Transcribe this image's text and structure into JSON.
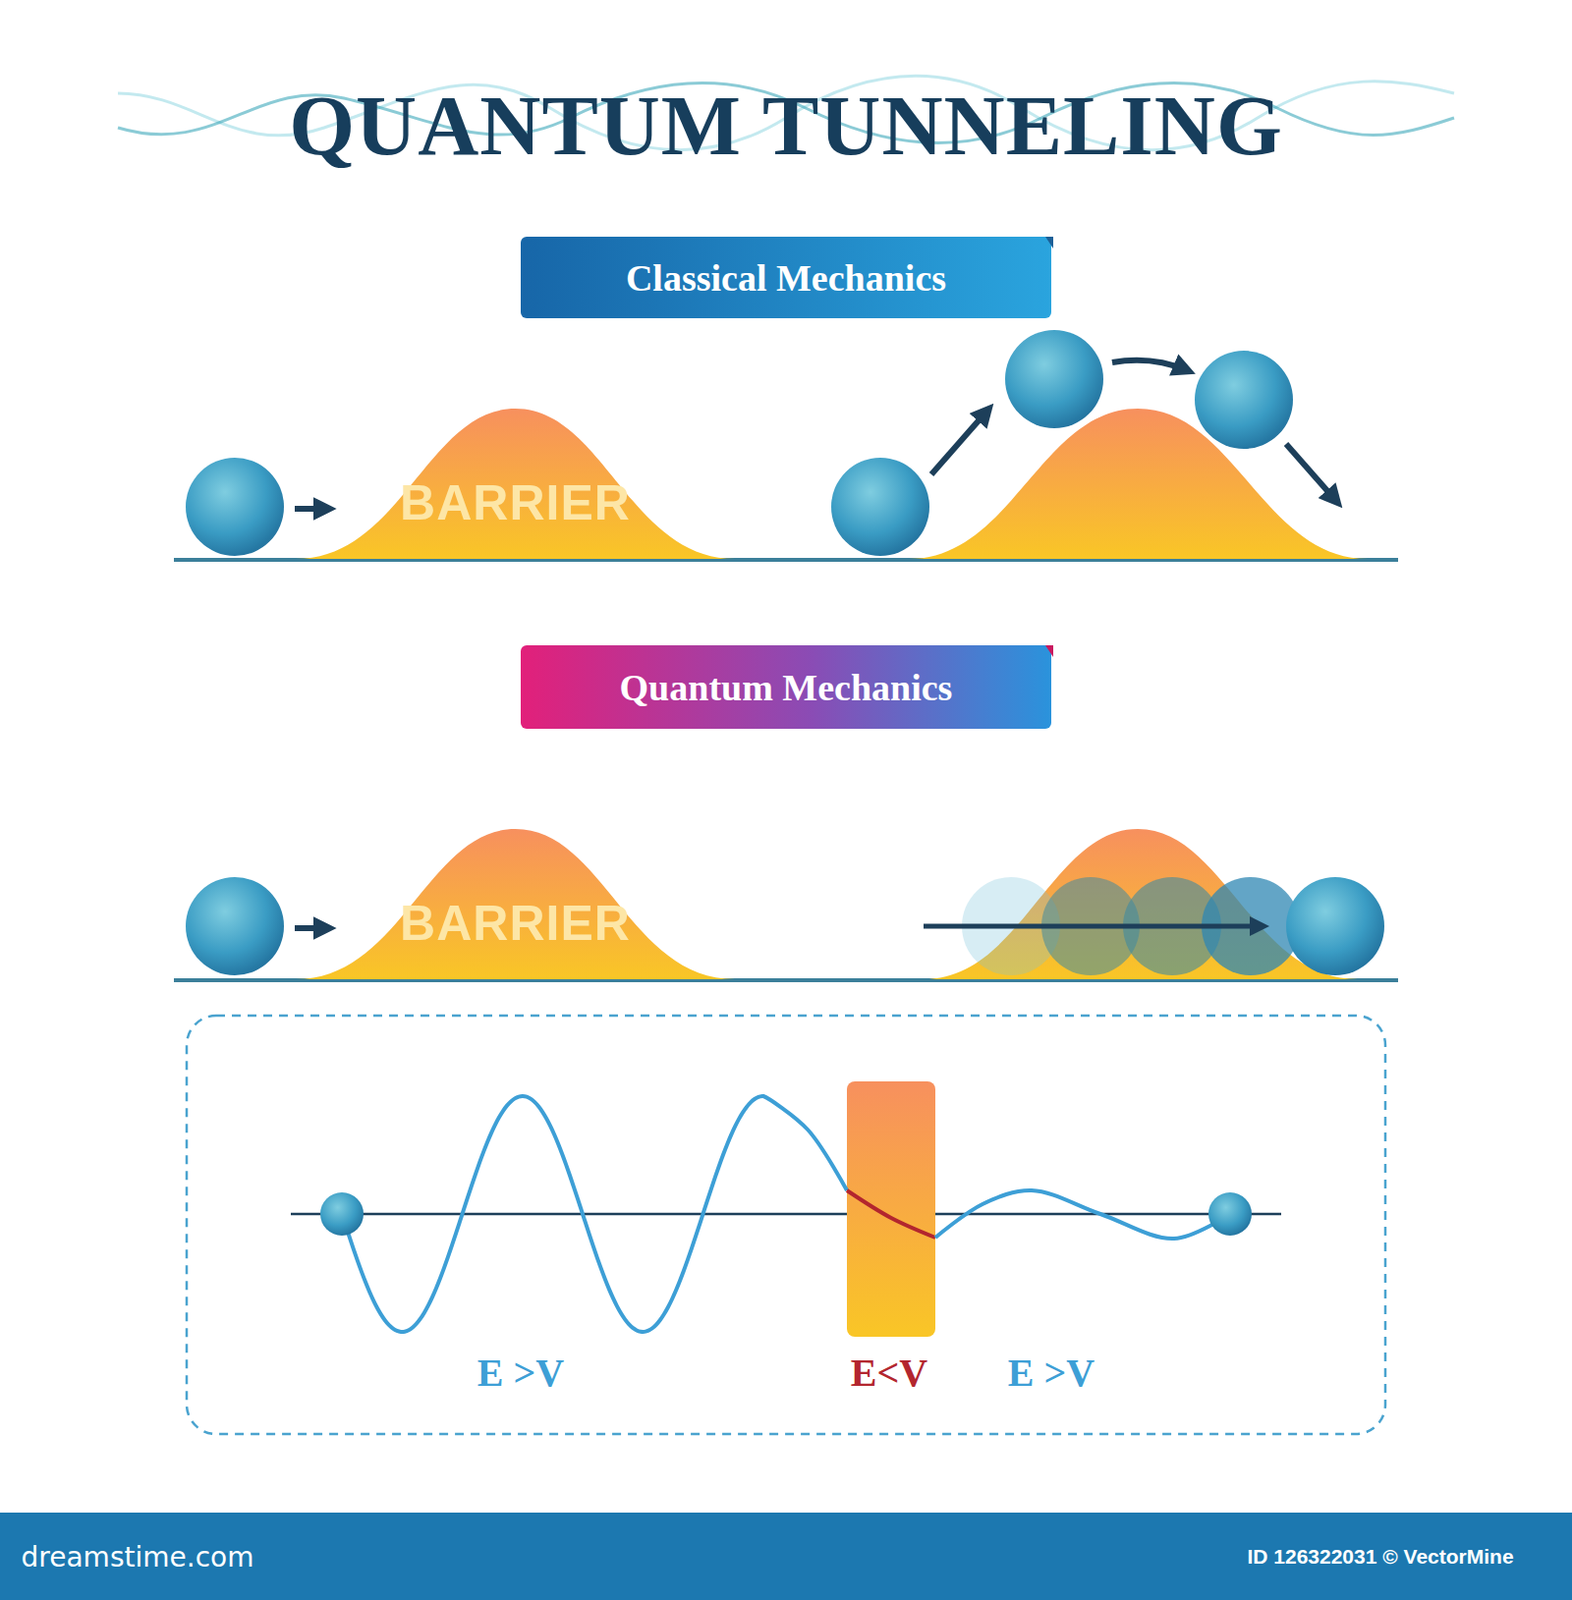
{
  "diagram": {
    "title": "QUANTUM TUNNELING",
    "nodes": [
      {
        "text": [
          "Classical Mechanics"
        ]
      },
      {
        "text": [
          "BARRIER"
        ]
      },
      {
        "text": [
          "Quantum Mechanics"
        ]
      },
      {
        "text": [
          "BARRIER"
        ]
      }
    ],
    "labels": [
      "E >V",
      "E<V",
      "E >V",
      "dreamstime.com",
      "ID 126322031 © VectorMine"
    ]
  }
}
